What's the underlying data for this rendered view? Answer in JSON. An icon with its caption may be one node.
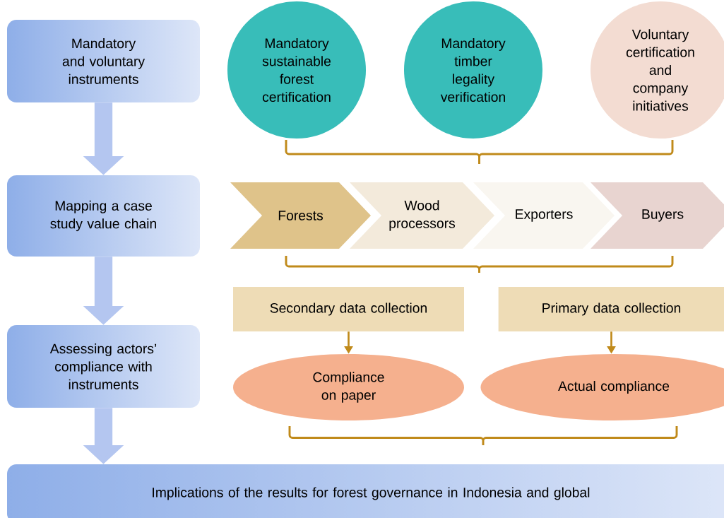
{
  "diagram": {
    "nodes": [
      {
        "text": [
          "Mandatory and voluntary instruments"
        ]
      },
      {
        "text": [
          "Mandatory sustainable forest certification"
        ]
      },
      {
        "text": [
          "Mandatory timber legality verification"
        ]
      },
      {
        "text": [
          "Voluntary certification and company initiatives"
        ]
      },
      {
        "text": [
          "Mapping a case study value chain"
        ]
      },
      {
        "text": [
          "Forests"
        ]
      },
      {
        "text": [
          "Wood processors"
        ]
      },
      {
        "text": [
          "Exporters"
        ]
      },
      {
        "text": [
          "Buyers"
        ]
      },
      {
        "text": [
          "Secondary data collection"
        ]
      },
      {
        "text": [
          "Primary data collection"
        ]
      },
      {
        "text": [
          "Assessing actors’ compliance with instruments"
        ]
      },
      {
        "text": [
          "Compliance on paper"
        ]
      },
      {
        "text": [
          "Actual compliance"
        ]
      },
      {
        "text": [
          "Implications of the results for forest governance in Indonesia and global"
        ]
      }
    ],
    "edges": [
      {
        "from": 0,
        "to": 4,
        "arrow": "to",
        "color": "#b4c6f0"
      },
      {
        "from": 4,
        "to": 11,
        "arrow": "to",
        "color": "#b4c6f0"
      },
      {
        "from": 11,
        "to": 14,
        "arrow": "to",
        "color": "#b4c6f0"
      },
      {
        "from": 9,
        "to": 12,
        "arrow": "to",
        "color": "#c08a1a"
      },
      {
        "from": 10,
        "to": 13,
        "arrow": "to",
        "color": "#c08a1a"
      }
    ]
  }
}
